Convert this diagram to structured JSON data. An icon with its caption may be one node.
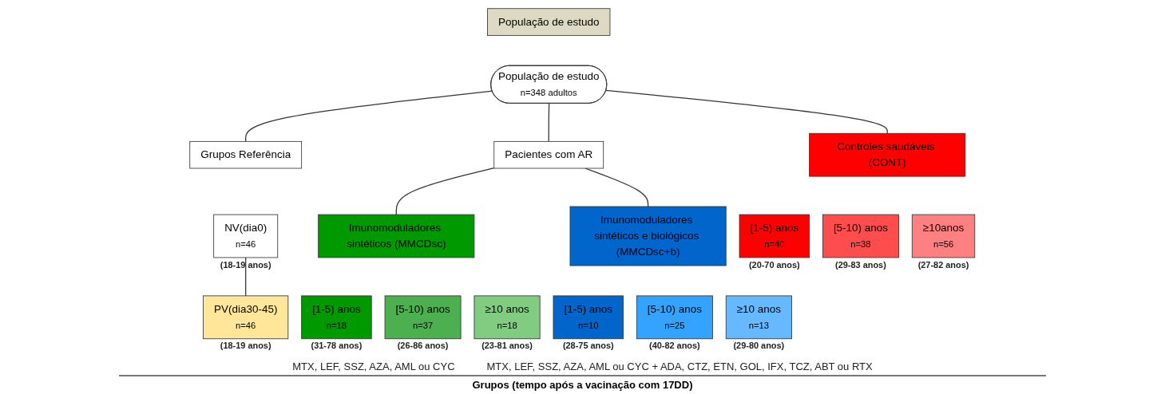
{
  "diagram": {
    "caption": "Grupos (tempo após a vacinação com 17DD)",
    "nodes": [
      {
        "text": [
          "População de estudo"
        ]
      },
      {
        "text": [
          "População de estudo",
          "n=348 adultos"
        ]
      },
      {
        "text": [
          "Grupos Referência"
        ]
      },
      {
        "text": [
          "Controles saudáveis (CONT)"
        ]
      },
      {
        "text": [
          "Pacientes com AR"
        ]
      },
      {
        "text": [
          "Imunomoduladores sintéticos (MMCDsc)"
        ]
      },
      {
        "text": [
          "Imunomoduladores sintéticos e biológicos (MMCDsc+b)"
        ]
      },
      {
        "text": [
          "NV(dia0)",
          "n=46"
        ],
        "beside": [
          "(18-19 anos)"
        ]
      },
      {
        "text": [
          "PV(dia30-45)",
          "n=46"
        ],
        "beside": [
          "(18-19 anos)"
        ]
      },
      {
        "text": [
          "[1-5) anos",
          "n=40"
        ],
        "beside": [
          "(20-70 anos)"
        ]
      },
      {
        "text": [
          "[5-10) anos",
          "n=38"
        ],
        "beside": [
          "(29-83 anos)"
        ]
      },
      {
        "text": [
          "≥10anos",
          "n=56"
        ],
        "beside": [
          "(27-82 anos)"
        ]
      },
      {
        "text": [
          "[1-5) anos",
          "n=18"
        ],
        "beside": [
          "(31-78 anos)"
        ]
      },
      {
        "text": [
          "[5-10) anos",
          "n=37"
        ],
        "beside": [
          "(26-86 anos)"
        ]
      },
      {
        "text": [
          "≥10 anos",
          "n=18"
        ],
        "beside": [
          "(23-81 anos)"
        ]
      },
      {
        "text": [
          "[1-5) anos",
          "n=10"
        ],
        "beside": [
          "(28-75 anos)"
        ]
      },
      {
        "text": [
          "[5-10) anos",
          "n=25"
        ],
        "beside": [
          "(40-82 anos)"
        ]
      },
      {
        "text": [
          "≥10 anos",
          "n=13"
        ],
        "beside": [
          "(29-80 anos)"
        ]
      }
    ],
    "edges": [
      {
        "from": 1,
        "to": 2,
        "arrow": "none"
      },
      {
        "from": 1,
        "to": 3,
        "arrow": "none"
      },
      {
        "from": 1,
        "to": 4,
        "arrow": "none"
      },
      {
        "from": 4,
        "to": 5,
        "arrow": "none"
      },
      {
        "from": 4,
        "to": 6,
        "arrow": "none"
      },
      {
        "from": 7,
        "to": 8,
        "arrow": "none"
      }
    ],
    "labels": [
      "MTX, LEF, SSZ, AZA, AML ou CYC",
      "MTX, LEF, SSZ, AZA, AML ou CYC + ADA, CTZ, ETN, GOL, IFX, TCZ, ABT ou RTX"
    ]
  }
}
